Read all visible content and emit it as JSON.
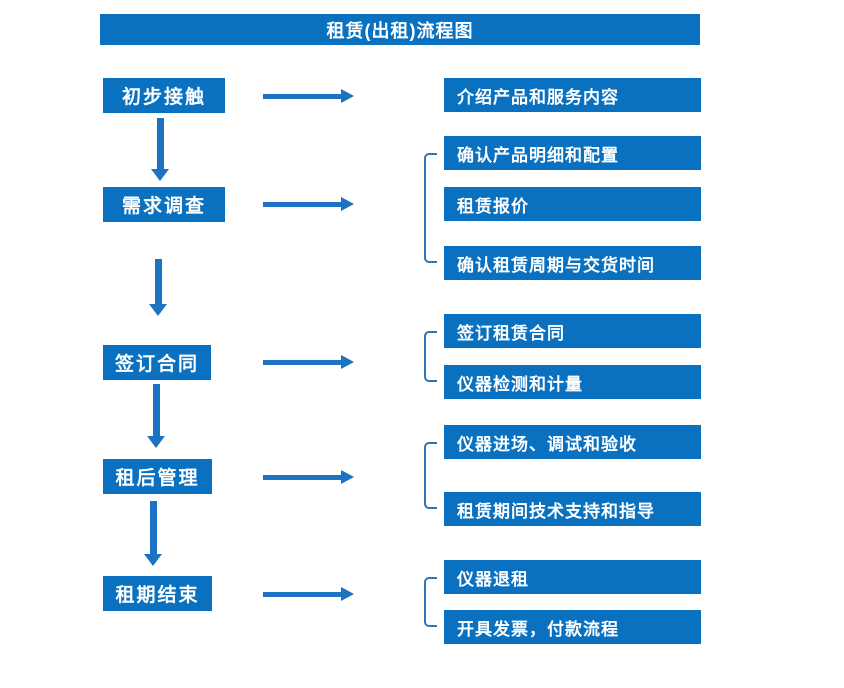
{
  "title": "租赁(出租)流程图",
  "colors": {
    "box_fill": "#0a70c0",
    "arrow": "#1e72c2",
    "bracket": "#2e75b6",
    "text": "#ffffff"
  },
  "steps": [
    {
      "label": "初步接触",
      "outputs": [
        "介绍产品和服务内容"
      ]
    },
    {
      "label": "需求调查",
      "outputs": [
        "确认产品明细和配置",
        "租赁报价",
        "确认租赁周期与交货时间"
      ]
    },
    {
      "label": "签订合同",
      "outputs": [
        "签订租赁合同",
        "仪器检测和计量"
      ]
    },
    {
      "label": "租后管理",
      "outputs": [
        "仪器进场、调试和验收",
        "租赁期间技术支持和指导"
      ]
    },
    {
      "label": "租期结束",
      "outputs": [
        "仪器退租",
        "开具发票，付款流程"
      ]
    }
  ]
}
